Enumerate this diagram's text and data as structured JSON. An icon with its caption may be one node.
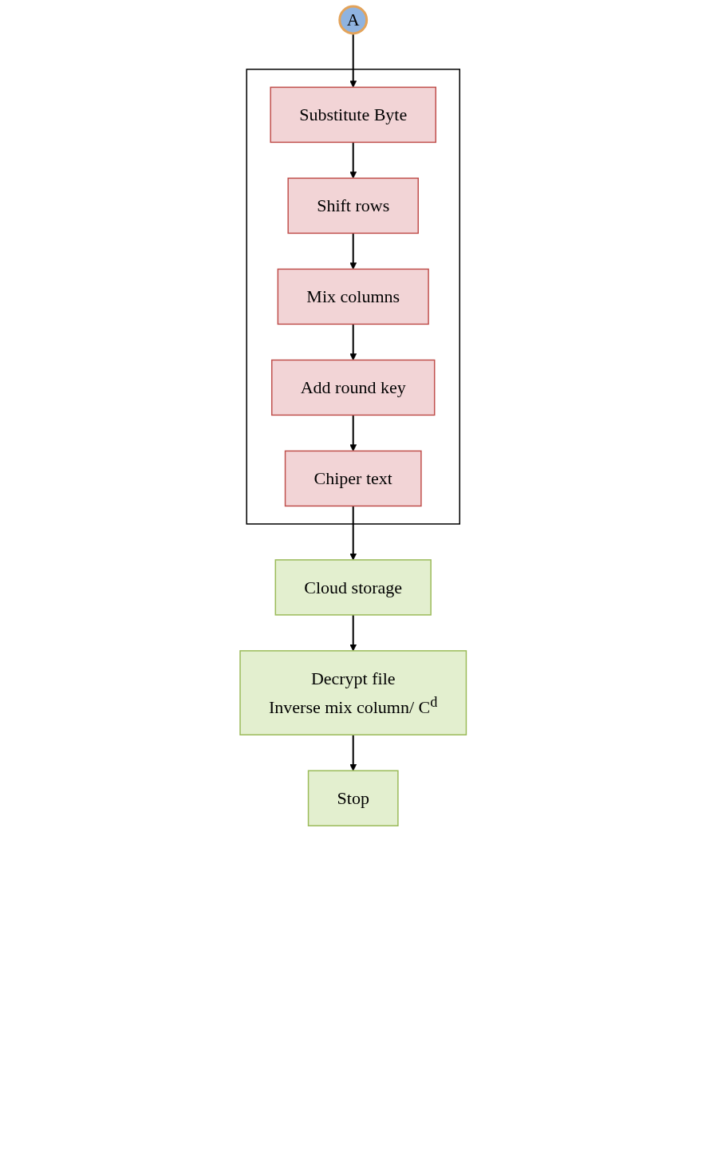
{
  "diagram": {
    "nodes": [
      {
        "text": [
          "A"
        ]
      },
      {
        "text": [],
        "shape": "box"
      },
      {
        "text": [
          "Substitute Byte"
        ],
        "in": 1
      },
      {
        "text": [
          "Shift rows"
        ],
        "in": 1
      },
      {
        "text": [
          "Mix columns"
        ],
        "in": 1
      },
      {
        "text": [
          "Add round key"
        ],
        "in": 1
      },
      {
        "text": [
          "Chiper text"
        ],
        "in": 1
      },
      {
        "text": [
          "Cloud storage"
        ]
      },
      {
        "text": [
          "Decrypt file",
          "Inverse mix column/ C$^{d}$"
        ]
      },
      {
        "text": [
          "Stop"
        ]
      }
    ],
    "edges": [
      {
        "from": 0,
        "to": 2,
        "arrow": "to"
      },
      {
        "from": 2,
        "to": 3,
        "arrow": "to"
      },
      {
        "from": 3,
        "to": 4,
        "arrow": "to"
      },
      {
        "from": 4,
        "to": 5,
        "arrow": "to"
      },
      {
        "from": 5,
        "to": 6,
        "arrow": "to"
      },
      {
        "from": 6,
        "to": 7,
        "arrow": "to"
      },
      {
        "from": 7,
        "to": 8,
        "arrow": "to"
      },
      {
        "from": 8,
        "to": 9,
        "arrow": "to"
      }
    ]
  }
}
